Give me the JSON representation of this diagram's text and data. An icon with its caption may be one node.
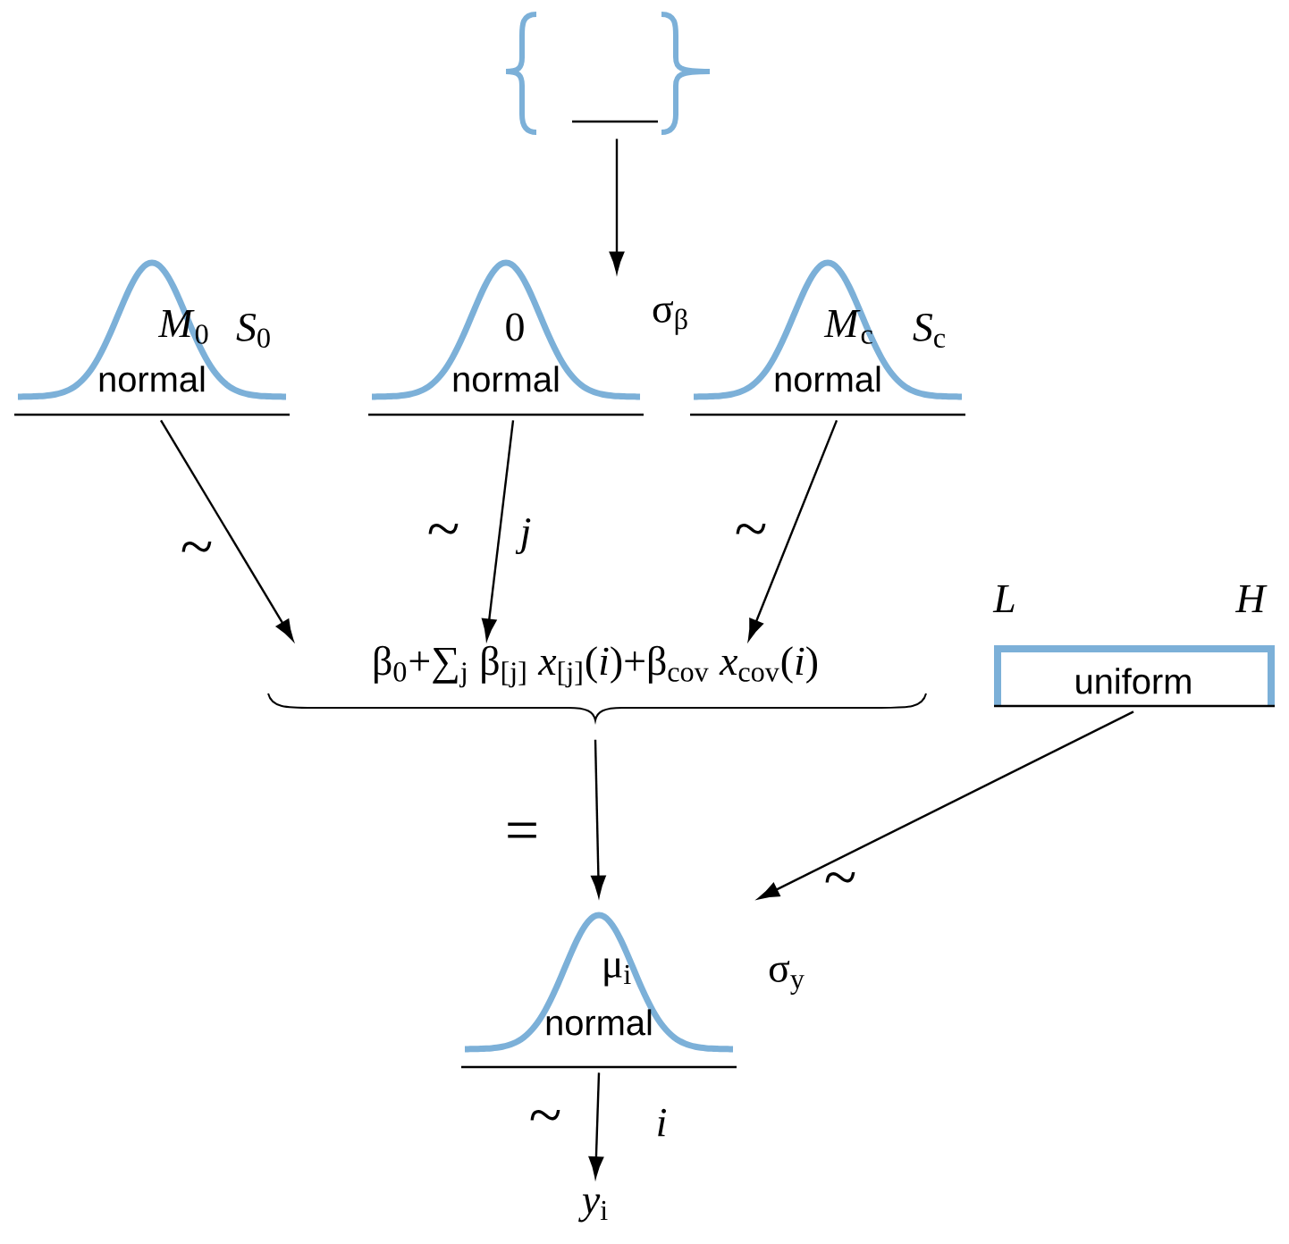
{
  "diagram": {
    "nodes": [
      {
        "text": [],
        "shape": "picture"
      },
      {
        "text": [
          "*M*$_{0}$",
          "*S*$_{0}$",
          "normal"
        ]
      },
      {
        "text": [
          "0",
          "σ$_{β}$",
          "normal"
        ]
      },
      {
        "text": [
          "*M*$_{c}$",
          "*S*$_{c}$",
          "normal"
        ]
      },
      {
        "text": [
          "β$_{0}$+∑$_{j}$ β$_{[j]}$ *x*$_{[j]}$(*i*)+β$_{cov}$ *x*$_{cov}$(*i*)"
        ]
      },
      {
        "text": [
          "*L*",
          "*H*",
          "uniform"
        ]
      },
      {
        "text": [
          "μ$_{i}$",
          "σ$_{y}$",
          "normal"
        ]
      },
      {
        "text": [
          "*y*$_{i}$"
        ]
      }
    ],
    "edges": [
      {
        "from": 0,
        "to": 2,
        "arrow": "to"
      },
      {
        "from": 1,
        "to": 4,
        "arrow": "to",
        "label": "~"
      },
      {
        "from": 2,
        "to": 4,
        "arrow": "to",
        "label": "~"
      },
      {
        "from": 3,
        "to": 4,
        "arrow": "to",
        "label": "~"
      },
      {
        "from": 4,
        "to": 6,
        "arrow": "to",
        "label": "="
      },
      {
        "from": 5,
        "to": 6,
        "arrow": "to",
        "label": "~"
      },
      {
        "from": 6,
        "to": 7,
        "arrow": "to",
        "label": "~"
      }
    ],
    "labels": [
      "*j*",
      "*i*"
    ]
  }
}
